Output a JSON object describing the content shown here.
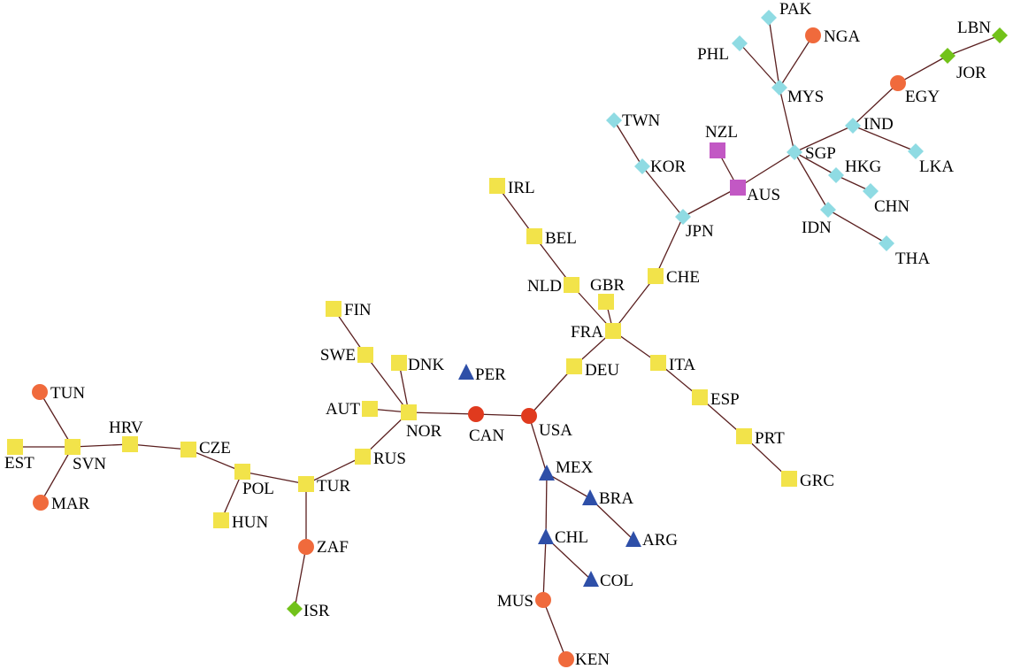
{
  "graph": {
    "colors": {
      "edge": "#5a1f1f",
      "square_yellow": "#f2e34a",
      "square_purple": "#c258c4",
      "diamond_cyan": "#8fdbe3",
      "diamond_green": "#72c21a",
      "circle_red": "#e03a1e",
      "circle_orange": "#f06a3c",
      "triangle_blue": "#2e4fa8"
    },
    "nodes": [
      {
        "id": "EST",
        "shape": "square",
        "color": "square_yellow"
      },
      {
        "id": "SVN",
        "shape": "square",
        "color": "square_yellow"
      },
      {
        "id": "TUN",
        "shape": "circle",
        "color": "circle_orange"
      },
      {
        "id": "MAR",
        "shape": "circle",
        "color": "circle_orange"
      },
      {
        "id": "HRV",
        "shape": "square",
        "color": "square_yellow"
      },
      {
        "id": "CZE",
        "shape": "square",
        "color": "square_yellow"
      },
      {
        "id": "POL",
        "shape": "square",
        "color": "square_yellow"
      },
      {
        "id": "HUN",
        "shape": "square",
        "color": "square_yellow"
      },
      {
        "id": "TUR",
        "shape": "square",
        "color": "square_yellow"
      },
      {
        "id": "ZAF",
        "shape": "circle",
        "color": "circle_orange"
      },
      {
        "id": "ISR",
        "shape": "diamond",
        "color": "diamond_green"
      },
      {
        "id": "RUS",
        "shape": "square",
        "color": "square_yellow"
      },
      {
        "id": "NOR",
        "shape": "square",
        "color": "square_yellow"
      },
      {
        "id": "AUT",
        "shape": "square",
        "color": "square_yellow"
      },
      {
        "id": "SWE",
        "shape": "square",
        "color": "square_yellow"
      },
      {
        "id": "FIN",
        "shape": "square",
        "color": "square_yellow"
      },
      {
        "id": "DNK",
        "shape": "square",
        "color": "square_yellow"
      },
      {
        "id": "CAN",
        "shape": "circle",
        "color": "circle_red"
      },
      {
        "id": "PER",
        "shape": "triangle",
        "color": "triangle_blue"
      },
      {
        "id": "USA",
        "shape": "circle",
        "color": "circle_red"
      },
      {
        "id": "MEX",
        "shape": "triangle",
        "color": "triangle_blue"
      },
      {
        "id": "BRA",
        "shape": "triangle",
        "color": "triangle_blue"
      },
      {
        "id": "ARG",
        "shape": "triangle",
        "color": "triangle_blue"
      },
      {
        "id": "CHL",
        "shape": "triangle",
        "color": "triangle_blue"
      },
      {
        "id": "COL",
        "shape": "triangle",
        "color": "triangle_blue"
      },
      {
        "id": "MUS",
        "shape": "circle",
        "color": "circle_orange"
      },
      {
        "id": "KEN",
        "shape": "circle",
        "color": "circle_orange"
      },
      {
        "id": "DEU",
        "shape": "square",
        "color": "square_yellow"
      },
      {
        "id": "FRA",
        "shape": "square",
        "color": "square_yellow"
      },
      {
        "id": "GBR",
        "shape": "square",
        "color": "square_yellow"
      },
      {
        "id": "NLD",
        "shape": "square",
        "color": "square_yellow"
      },
      {
        "id": "BEL",
        "shape": "square",
        "color": "square_yellow"
      },
      {
        "id": "IRL",
        "shape": "square",
        "color": "square_yellow"
      },
      {
        "id": "ITA",
        "shape": "square",
        "color": "square_yellow"
      },
      {
        "id": "ESP",
        "shape": "square",
        "color": "square_yellow"
      },
      {
        "id": "PRT",
        "shape": "square",
        "color": "square_yellow"
      },
      {
        "id": "GRC",
        "shape": "square",
        "color": "square_yellow"
      },
      {
        "id": "CHE",
        "shape": "square",
        "color": "square_yellow"
      },
      {
        "id": "JPN",
        "shape": "diamond",
        "color": "diamond_cyan"
      },
      {
        "id": "KOR",
        "shape": "diamond",
        "color": "diamond_cyan"
      },
      {
        "id": "TWN",
        "shape": "diamond",
        "color": "diamond_cyan"
      },
      {
        "id": "AUS",
        "shape": "square",
        "color": "square_purple"
      },
      {
        "id": "NZL",
        "shape": "square",
        "color": "square_purple"
      },
      {
        "id": "SGP",
        "shape": "diamond",
        "color": "diamond_cyan"
      },
      {
        "id": "MYS",
        "shape": "diamond",
        "color": "diamond_cyan"
      },
      {
        "id": "PHL",
        "shape": "diamond",
        "color": "diamond_cyan"
      },
      {
        "id": "PAK",
        "shape": "diamond",
        "color": "diamond_cyan"
      },
      {
        "id": "NGA",
        "shape": "circle",
        "color": "circle_orange"
      },
      {
        "id": "IND",
        "shape": "diamond",
        "color": "diamond_cyan"
      },
      {
        "id": "LKA",
        "shape": "diamond",
        "color": "diamond_cyan"
      },
      {
        "id": "EGY",
        "shape": "circle",
        "color": "circle_orange"
      },
      {
        "id": "JOR",
        "shape": "diamond",
        "color": "diamond_green"
      },
      {
        "id": "LBN",
        "shape": "diamond",
        "color": "diamond_green"
      },
      {
        "id": "HKG",
        "shape": "diamond",
        "color": "diamond_cyan"
      },
      {
        "id": "CHN",
        "shape": "diamond",
        "color": "diamond_cyan"
      },
      {
        "id": "IDN",
        "shape": "diamond",
        "color": "diamond_cyan"
      },
      {
        "id": "THA",
        "shape": "diamond",
        "color": "diamond_cyan"
      }
    ],
    "edges": [
      [
        "EST",
        "SVN"
      ],
      [
        "SVN",
        "TUN"
      ],
      [
        "SVN",
        "MAR"
      ],
      [
        "SVN",
        "HRV"
      ],
      [
        "HRV",
        "CZE"
      ],
      [
        "CZE",
        "POL"
      ],
      [
        "POL",
        "HUN"
      ],
      [
        "POL",
        "TUR"
      ],
      [
        "TUR",
        "ZAF"
      ],
      [
        "ZAF",
        "ISR"
      ],
      [
        "TUR",
        "RUS"
      ],
      [
        "RUS",
        "NOR"
      ],
      [
        "NOR",
        "AUT"
      ],
      [
        "NOR",
        "SWE"
      ],
      [
        "SWE",
        "FIN"
      ],
      [
        "NOR",
        "DNK"
      ],
      [
        "NOR",
        "CAN"
      ],
      [
        "CAN",
        "USA"
      ],
      [
        "USA",
        "MEX"
      ],
      [
        "MEX",
        "BRA"
      ],
      [
        "BRA",
        "ARG"
      ],
      [
        "MEX",
        "CHL"
      ],
      [
        "CHL",
        "COL"
      ],
      [
        "CHL",
        "MUS"
      ],
      [
        "MUS",
        "KEN"
      ],
      [
        "USA",
        "DEU"
      ],
      [
        "DEU",
        "FRA"
      ],
      [
        "FRA",
        "GBR"
      ],
      [
        "FRA",
        "NLD"
      ],
      [
        "NLD",
        "BEL"
      ],
      [
        "BEL",
        "IRL"
      ],
      [
        "FRA",
        "ITA"
      ],
      [
        "ITA",
        "ESP"
      ],
      [
        "ESP",
        "PRT"
      ],
      [
        "PRT",
        "GRC"
      ],
      [
        "FRA",
        "CHE"
      ],
      [
        "CHE",
        "JPN"
      ],
      [
        "JPN",
        "KOR"
      ],
      [
        "KOR",
        "TWN"
      ],
      [
        "JPN",
        "AUS"
      ],
      [
        "AUS",
        "NZL"
      ],
      [
        "AUS",
        "SGP"
      ],
      [
        "SGP",
        "MYS"
      ],
      [
        "MYS",
        "PHL"
      ],
      [
        "MYS",
        "PAK"
      ],
      [
        "MYS",
        "NGA"
      ],
      [
        "SGP",
        "IND"
      ],
      [
        "IND",
        "LKA"
      ],
      [
        "IND",
        "EGY"
      ],
      [
        "EGY",
        "JOR"
      ],
      [
        "JOR",
        "LBN"
      ],
      [
        "SGP",
        "HKG"
      ],
      [
        "HKG",
        "CHN"
      ],
      [
        "SGP",
        "IDN"
      ],
      [
        "IDN",
        "THA"
      ]
    ]
  }
}
